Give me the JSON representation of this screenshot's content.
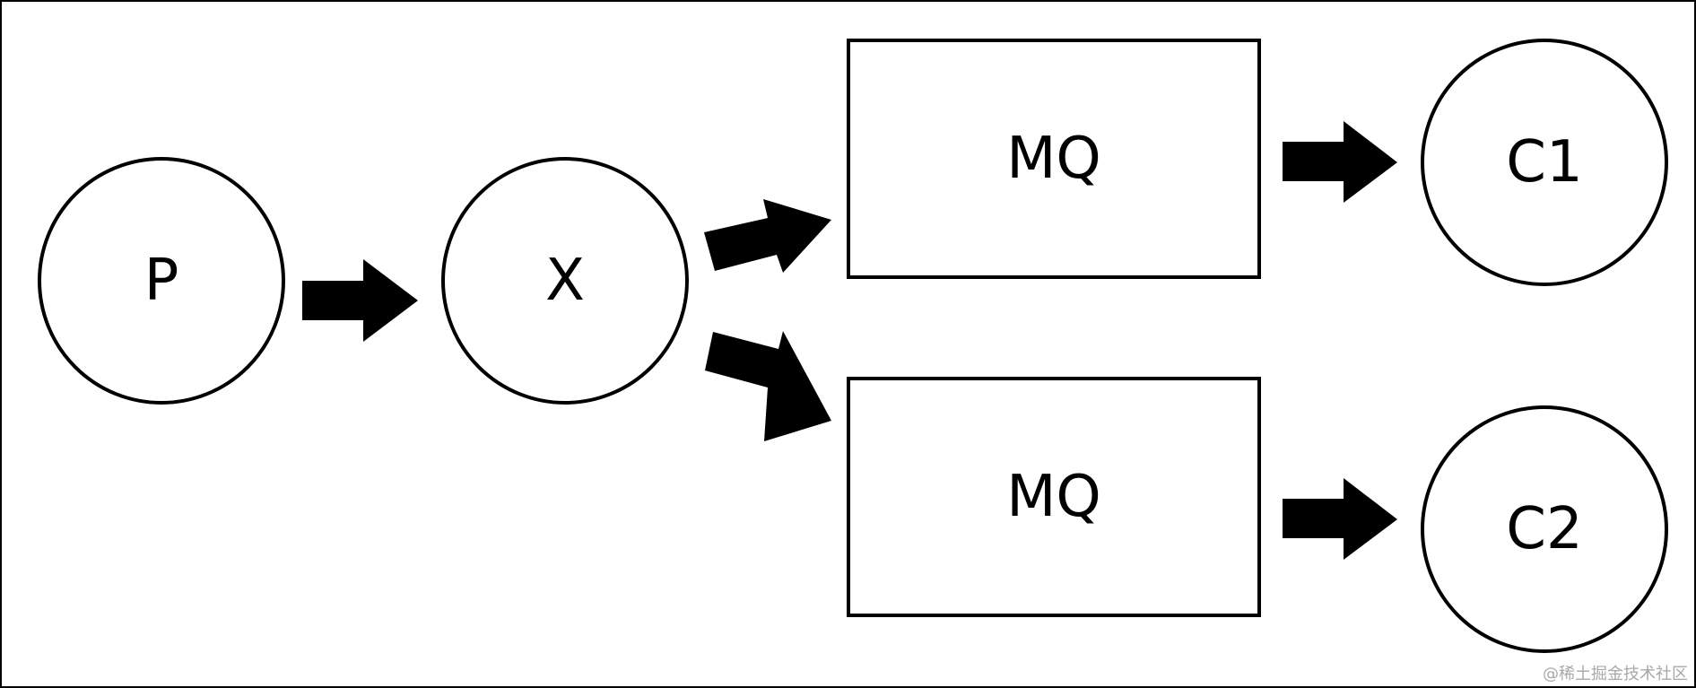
{
  "nodes": {
    "producer": "P",
    "exchange": "X",
    "queue_1": "MQ",
    "queue_2": "MQ",
    "consumer_1": "C1",
    "consumer_2": "C2"
  },
  "watermark": "@稀土掘金技术社区",
  "colors": {
    "background": "#ffffff",
    "stroke": "#000000",
    "arrow": "#000000",
    "watermark": "#a8a8a8"
  }
}
